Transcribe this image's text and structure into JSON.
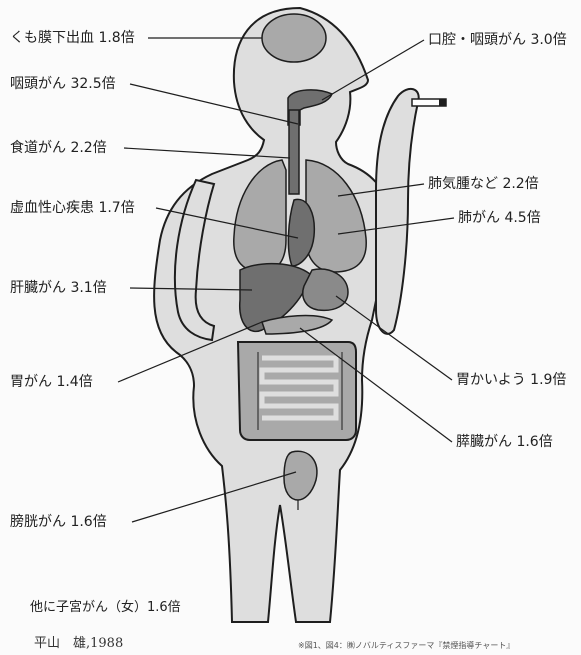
{
  "labels": {
    "subarachnoid": "くも膜下出血 1.8倍",
    "pharynx": "咽頭がん 32.5倍",
    "esophagus": "食道がん 2.2倍",
    "ischemic_heart": "虚血性心疾患 1.7倍",
    "liver": "肝臓がん 3.1倍",
    "stomach": "胃がん 1.4倍",
    "bladder": "膀胱がん 1.6倍",
    "oral": "口腔・咽頭がん 3.0倍",
    "emphysema": "肺気腫など 2.2倍",
    "lung": "肺がん 4.5倍",
    "ulcer": "胃かいよう 1.9倍",
    "pancreas": "膵臓がん 1.6倍"
  },
  "note": "他に子宮がん（女）1.6倍",
  "source": "平山　雄,1988",
  "credit": "※図1、図4：㈱ノバルティスファーマ『禁煙指導チャート』",
  "colors": {
    "body_fill": "#dedede",
    "organ_light": "#a9a9a9",
    "organ_dark": "#6f6f6f",
    "outline": "#1e1e1e"
  }
}
